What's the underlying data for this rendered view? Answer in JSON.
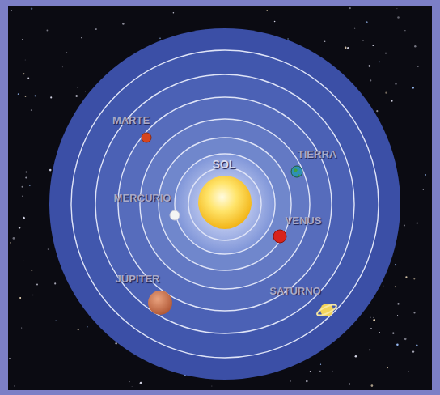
{
  "diagram": {
    "labels": [
      "MARTE",
      "SOL",
      "TIERRA",
      "MERCURIO",
      "VENUS",
      "JÚPITER",
      "SATURNO"
    ]
  }
}
